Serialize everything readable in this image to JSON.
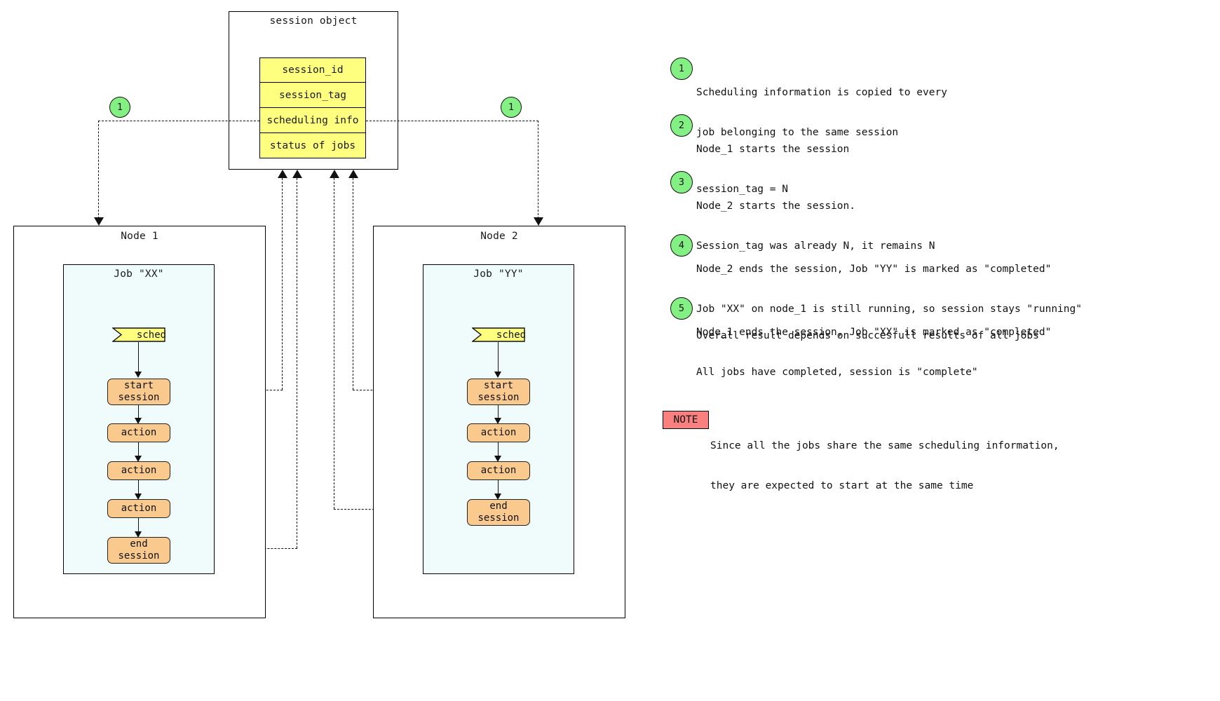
{
  "diagram": {
    "session_object": {
      "title": "session object",
      "fields": [
        "session_id",
        "session_tag",
        "scheduling info",
        "status of jobs"
      ],
      "field_color": "#ffff7f"
    },
    "nodes": [
      {
        "title": "Node 1",
        "job_title": "Job \"XX\"",
        "sched_label": "sched",
        "steps": [
          "start\nsession",
          "action",
          "action",
          "action",
          "end\nsession"
        ],
        "step_labels": [
          {
            "line1": "start",
            "line2": "session"
          },
          {
            "line1": "action",
            "line2": ""
          },
          {
            "line1": "action",
            "line2": ""
          },
          {
            "line1": "action",
            "line2": ""
          },
          {
            "line1": "end",
            "line2": "session"
          }
        ]
      },
      {
        "title": "Node 2",
        "job_title": "Job \"YY\"",
        "sched_label": "sched",
        "steps": [
          "start\nsession",
          "action",
          "action",
          "end\nsession"
        ],
        "step_labels": [
          {
            "line1": "start",
            "line2": "session"
          },
          {
            "line1": "action",
            "line2": ""
          },
          {
            "line1": "action",
            "line2": ""
          },
          {
            "line1": "end",
            "line2": "session"
          }
        ]
      }
    ],
    "badges": {
      "one_left": "1",
      "one_right": "1",
      "two": "2",
      "three": "3",
      "four": "4",
      "five": "5",
      "color": "#82f082"
    }
  },
  "legend": {
    "items": [
      {
        "num": "1",
        "line1": "Scheduling information is copied to every",
        "line2": "job belonging to the same session"
      },
      {
        "num": "2",
        "line1": "Node_1 starts the session",
        "line2": "session_tag = N"
      },
      {
        "num": "3",
        "line1": "Node_2 starts the session.",
        "line2": "Session_tag was already N, it remains N"
      },
      {
        "num": "4",
        "line1": "Node_2 ends the session, Job \"YY\" is marked as \"completed\"",
        "line2": "Job \"XX\" on node_1 is still running, so session stays \"running\""
      },
      {
        "num": "5",
        "line1": "Node_1 ends the session, Job \"XX\" is marked as \"completed\"",
        "line2": "All jobs have completed, session is \"complete\""
      }
    ],
    "overall": "Overall result depends on succesfull results of all jobs",
    "note": {
      "label": "NOTE",
      "line1": "Since all the jobs share the same scheduling information,",
      "line2": "they are expected to start at the same time",
      "color": "#fa7f7f"
    }
  }
}
